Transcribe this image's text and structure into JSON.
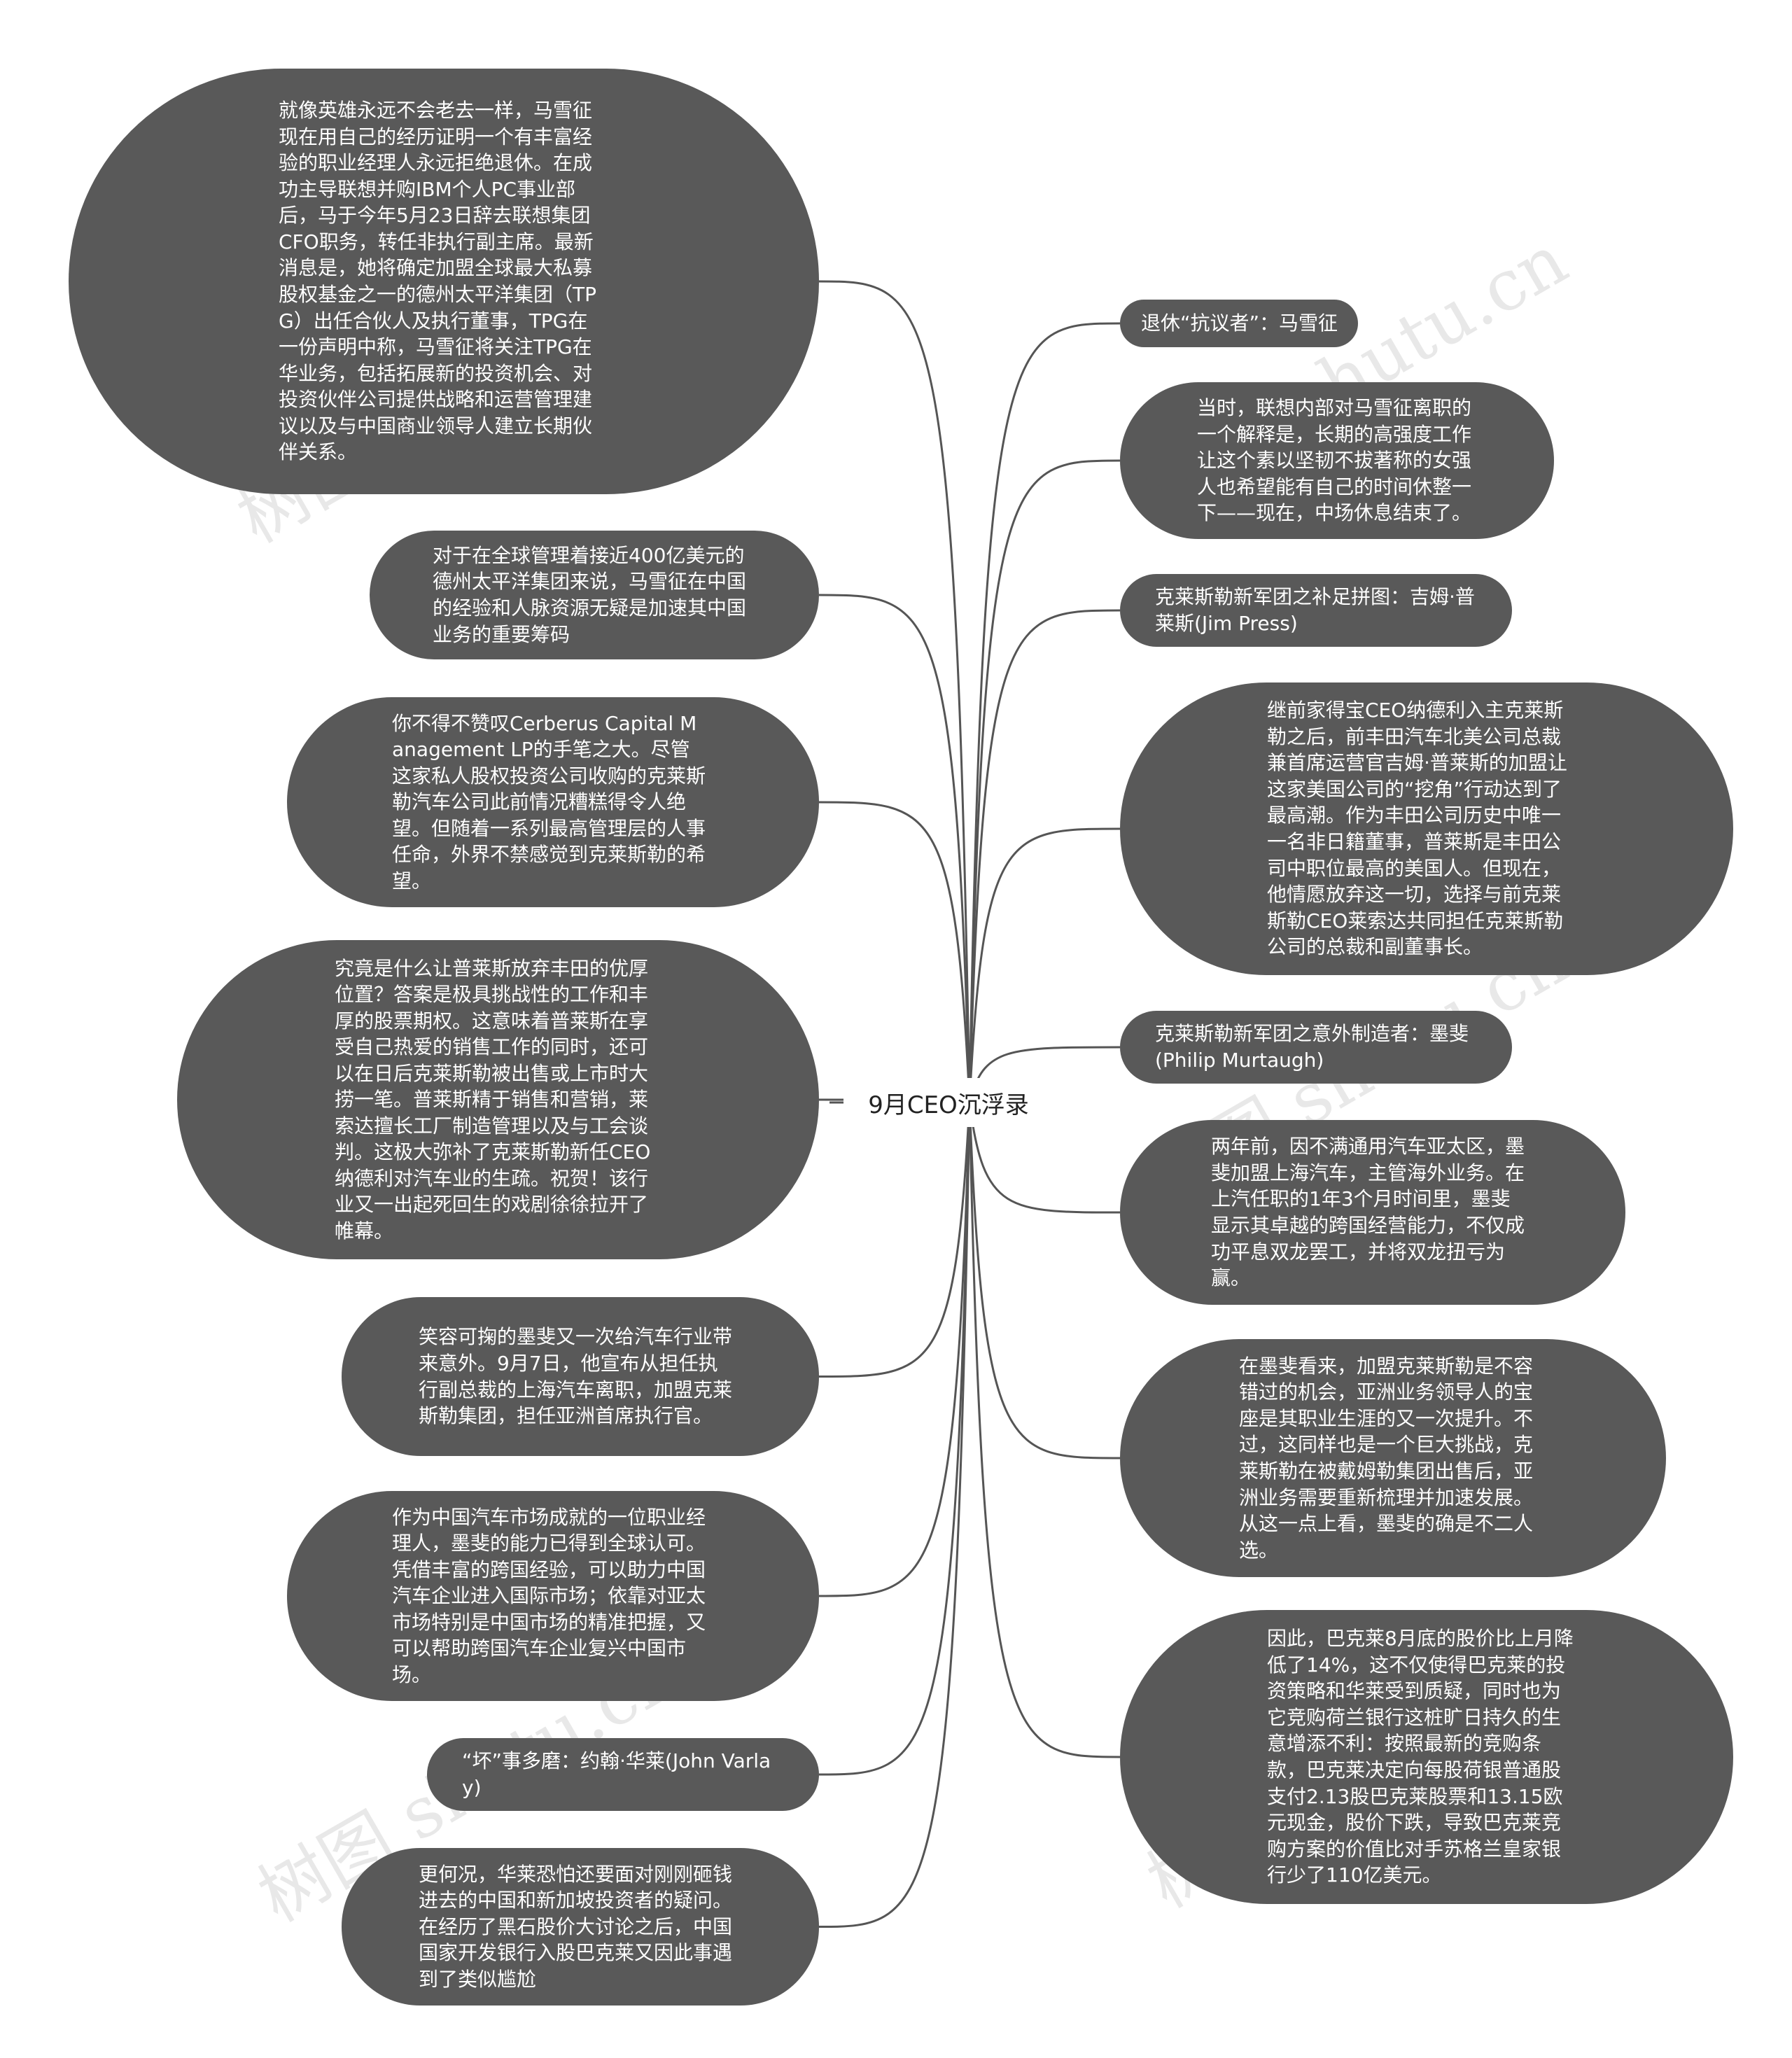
{
  "colors": {
    "node_fill": "#595959",
    "node_text": "#ffffff",
    "connector": "#555555",
    "center_text": "#222222"
  },
  "watermark": "树图 shutu.cn",
  "center": {
    "label": "9月CEO沉浮录"
  },
  "left_nodes": [
    "就像英雄永远不会老去一样，马雪征现在用自己的经历证明一个有丰富经验的职业经理人永远拒绝退休。在成功主导联想并购IBM个人PC事业部后，马于今年5月23日辞去联想集团CFO职务，转任非执行副主席。最新消息是，她将确定加盟全球最大私募股权基金之一的德州太平洋集团（TPG）出任合伙人及执行董事，TPG在一份声明中称，马雪征将关注TPG在华业务，包括拓展新的投资机会、对投资伙伴公司提供战略和运营管理建议以及与中国商业领导人建立长期伙伴关系。",
    "对于在全球管理着接近400亿美元的德州太平洋集团来说，马雪征在中国的经验和人脉资源无疑是加速其中国业务的重要筹码",
    "你不得不赞叹Cerberus Capital Management LP的手笔之大。尽管这家私人股权投资公司收购的克莱斯勒汽车公司此前情况糟糕得令人绝望。但随着一系列最高管理层的人事任命，外界不禁感觉到克莱斯勒的希望。",
    "究竟是什么让普莱斯放弃丰田的优厚位置？答案是极具挑战性的工作和丰厚的股票期权。这意味着普莱斯在享受自己热爱的销售工作的同时，还可以在日后克莱斯勒被出售或上市时大捞一笔。普莱斯精于销售和营销，莱索达擅长工厂制造管理以及与工会谈判。这极大弥补了克莱斯勒新任CEO纳德利对汽车业的生疏。祝贺！该行业又一出起死回生的戏剧徐徐拉开了帷幕。",
    "笑容可掬的墨斐又一次给汽车行业带来意外。9月7日，他宣布从担任执行副总裁的上海汽车离职，加盟克莱斯勒集团，担任亚洲首席执行官。",
    "作为中国汽车市场成就的一位职业经理人，墨斐的能力已得到全球认可。凭借丰富的跨国经验，可以助力中国汽车企业进入国际市场；依靠对亚太市场特别是中国市场的精准把握，又可以帮助跨国汽车企业复兴中国市场。",
    "“坏”事多磨：约翰·华莱(John Varlay)",
    "更何况，华莱恐怕还要面对刚刚砸钱进去的中国和新加坡投资者的疑问。在经历了黑石股价大讨论之后，中国国家开发银行入股巴克莱又因此事遇到了类似尴尬"
  ],
  "right_nodes": [
    "退休“抗议者”：马雪征",
    "当时，联想内部对马雪征离职的一个解释是，长期的高强度工作让这个素以坚韧不拔著称的女强人也希望能有自己的时间休整一下——现在，中场休息结束了。",
    "克莱斯勒新军团之补足拼图：吉姆·普莱斯(Jim Press)",
    "继前家得宝CEO纳德利入主克莱斯勒之后，前丰田汽车北美公司总裁兼首席运营官吉姆·普莱斯的加盟让这家美国公司的“挖角”行动达到了最高潮。作为丰田公司历史中唯一一名非日籍董事，普莱斯是丰田公司中职位最高的美国人。但现在，他情愿放弃这一切，选择与前克莱斯勒CEO莱索达共同担任克莱斯勒公司的总裁和副董事长。",
    "克莱斯勒新军团之意外制造者：墨斐(Philip Murtaugh)",
    "两年前，因不满通用汽车亚太区，墨斐加盟上海汽车，主管海外业务。在上汽任职的1年3个月时间里，墨斐显示其卓越的跨国经营能力，不仅成功平息双龙罢工，并将双龙扭亏为赢。",
    "在墨斐看来，加盟克莱斯勒是不容错过的机会，亚洲业务领导人的宝座是其职业生涯的又一次提升。不过，这同样也是一个巨大挑战，克莱斯勒在被戴姆勒集团出售后，亚洲业务需要重新梳理并加速发展。从这一点上看，墨斐的确是不二人选。",
    "因此，巴克莱8月底的股价比上月降低了14%，这不仅使得巴克莱的投资策略和华莱受到质疑，同时也为它竞购荷兰银行这桩旷日持久的生意增添不利：按照最新的竞购条款，巴克莱决定向每股荷银普通股支付2.13股巴克莱股票和13.15欧元现金，股价下跌，导致巴克莱竞购方案的价值比对手苏格兰皇家银行少了110亿美元。"
  ]
}
